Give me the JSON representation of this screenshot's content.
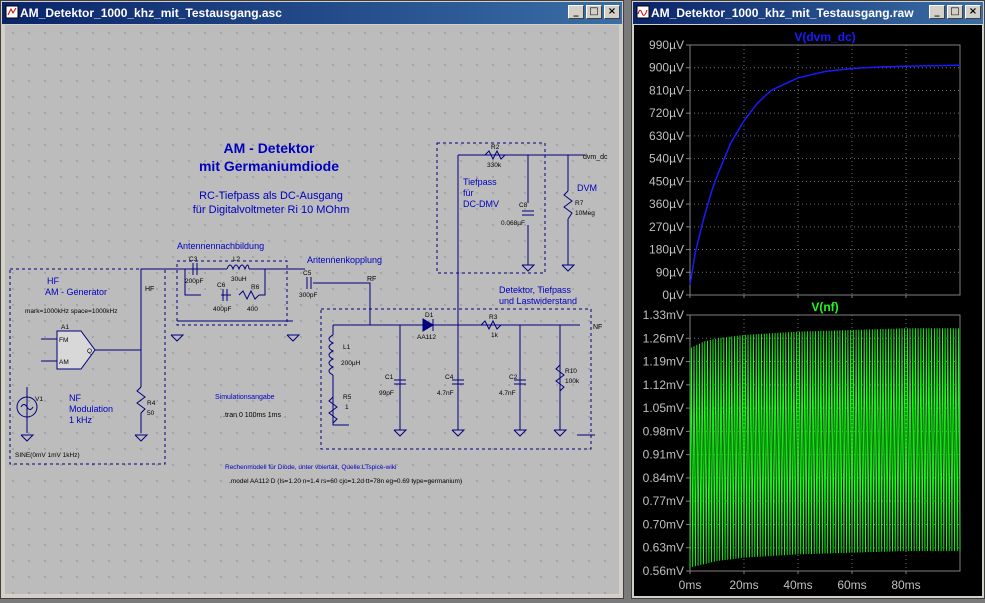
{
  "schematic_window": {
    "title": "AM_Detektor_1000_khz_mit_Testausgang.asc",
    "heading_line1": "AM - Detektor",
    "heading_line2": "mit Germaniumdiode",
    "sub_line1": "RC-Tiefpass als DC-Ausgang",
    "sub_line2": "für Digitalvoltmeter Ri 10 MOhm",
    "labels": {
      "antennennachbildung": "Antennennachbildung",
      "antennenkopplung": "Antennenkopplung",
      "detektor1": "Detektor, Tiefpass",
      "detektor2": "und Lastwiderstand",
      "hf_gen1": "HF",
      "hf_gen2": "AM - Generator",
      "mark": "mark=1000kHz space=1000kHz",
      "nf_mod1": "NF",
      "nf_mod2": "Modulation",
      "nf_mod3": "1 kHz",
      "sine": "SINE(0mV 1mV 1kHz)",
      "tiefpass1": "Tiefpass",
      "tiefpass2": "für",
      "tiefpass3": "DC-DMV",
      "dvm": "DVM",
      "sim_title": "Simulationsangabe",
      "tran": ".tran 0 100ms 1ms",
      "model_title": "Rechenmodell für Diode, unter vbiertait, Quelle:LTspice-wiki",
      "model": ".model AA112 D (Is=1.20 n=1.4 rs=60 cjo=1.2d tt=78n eg=0.69 type=germanium)",
      "net_hf": "HF",
      "net_rf": "RF",
      "net_nf": "NF",
      "net_dvm": "dvm_dc",
      "a1": "A1",
      "a1_fm": "FM",
      "a1_am": "AM",
      "a1_out": "Q",
      "v1": "V1"
    },
    "components": {
      "c3": "C3",
      "c3v": "200pF",
      "l2": "L2",
      "l2v": "30uH",
      "c6": "C6",
      "c6v": "400pF",
      "r6": "R6",
      "r6v": "400",
      "c5": "C5",
      "c5v": "300pF",
      "r4": "R4",
      "r4v": "50",
      "l1": "L1",
      "l1v": "200µH",
      "r5": "R5",
      "r5v": "1",
      "c1": "C1",
      "c1v": "99pF",
      "d1": "D1",
      "d1v": "AA112",
      "c4": "C4",
      "c4v": "4.7nF",
      "r3": "R3",
      "r3v": "1k",
      "c2": "C2",
      "c2v": "4.7nF",
      "r10": "R10",
      "r10v": "100k",
      "r2": "R2",
      "r2v": "330k",
      "c8": "C8",
      "c8v": "0.068µF",
      "r7": "R7",
      "r7v": "10Meg"
    }
  },
  "plot_window": {
    "title": "AM_Detektor_1000_khz_mit_Testausgang.raw",
    "x_ticks": [
      "0ms",
      "20ms",
      "40ms",
      "60ms",
      "80ms"
    ]
  },
  "chart_data": [
    {
      "type": "line",
      "title": "V(dvm_dc)",
      "x_unit": "ms",
      "xlim": [
        0,
        100
      ],
      "ylim": [
        0,
        990
      ],
      "y_unit": "µV",
      "yticks": [
        "990µV",
        "900µV",
        "810µV",
        "720µV",
        "630µV",
        "540µV",
        "450µV",
        "360µV",
        "270µV",
        "180µV",
        "90µV",
        "0µV"
      ],
      "series": [
        {
          "name": "V(dvm_dc)",
          "color": "#1a1aff",
          "x": [
            0,
            2,
            5,
            8,
            10,
            15,
            20,
            25,
            30,
            40,
            50,
            60,
            70,
            80,
            90,
            100
          ],
          "values": [
            40,
            170,
            300,
            410,
            470,
            600,
            690,
            760,
            810,
            860,
            885,
            897,
            903,
            906,
            908,
            910
          ]
        }
      ],
      "grid": true
    },
    {
      "type": "line",
      "title": "V(nf)",
      "x_unit": "ms",
      "xlim": [
        0,
        100
      ],
      "ylim": [
        0.56,
        1.33
      ],
      "y_unit": "mV",
      "yticks": [
        "1.33mV",
        "1.26mV",
        "1.19mV",
        "1.12mV",
        "1.05mV",
        "0.98mV",
        "0.91mV",
        "0.84mV",
        "0.77mV",
        "0.70mV",
        "0.63mV",
        "0.56mV"
      ],
      "series": [
        {
          "name": "V(nf)",
          "color": "#1aff1a",
          "x": [
            0,
            5,
            10,
            20,
            30,
            40,
            60,
            80,
            100
          ],
          "upper": [
            1.23,
            1.25,
            1.26,
            1.27,
            1.275,
            1.28,
            1.285,
            1.29,
            1.29
          ],
          "lower": [
            0.57,
            0.58,
            0.59,
            0.6,
            0.605,
            0.61,
            0.615,
            0.62,
            0.62
          ],
          "freq_khz": 1
        }
      ],
      "grid": true
    }
  ]
}
